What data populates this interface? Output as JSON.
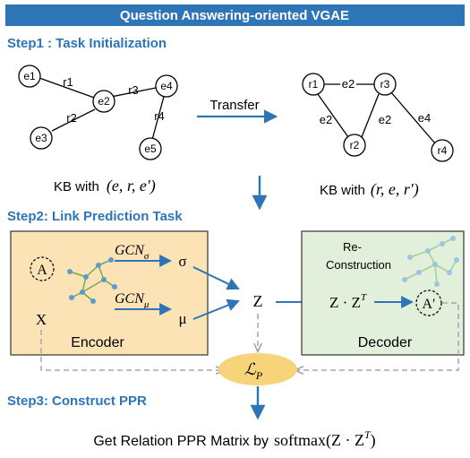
{
  "title": "Question Answering-oriented VGAE",
  "colors": {
    "banner": "#2E75B6",
    "step": "#2E75B6",
    "arrow": "#2E75B6",
    "encoder_fill": "#FBE3B5",
    "decoder_fill": "#E2EFDA",
    "loss_fill": "#F7D479",
    "dashed": "#A6A6A6",
    "mini_node": "#5B9BD5",
    "mini_edge": "#70AD47"
  },
  "step1": {
    "label": "Step1 : Task Initialization",
    "kb_left": {
      "nodes": [
        "e1",
        "e2",
        "e3",
        "e4",
        "e5"
      ],
      "edges": [
        "r1",
        "r3",
        "r2",
        "r4"
      ],
      "caption_prefix": "KB with",
      "caption_formula": "(e, r, e′)"
    },
    "transfer_label": "Transfer",
    "kb_right": {
      "nodes": [
        "r1",
        "r2",
        "r3",
        "r4"
      ],
      "edges": [
        "e2",
        "e2",
        "e2",
        "e4"
      ],
      "caption_prefix": "KB with",
      "caption_formula": "(r, e, r′)"
    }
  },
  "step2": {
    "label": "Step2: Link Prediction Task",
    "encoder": {
      "label": "Encoder",
      "adj": "A",
      "features": "X",
      "gcn_sigma": "GCN",
      "gcn_sigma_sub": "σ",
      "gcn_mu": "GCN",
      "gcn_mu_sub": "μ",
      "sigma": "σ",
      "mu": "μ"
    },
    "latent": "Z",
    "decoder": {
      "label": "Decoder",
      "reconstruction_line1": "Re-",
      "reconstruction_line2": "Construction",
      "product": "Z · Z",
      "product_sup": "T",
      "adj_hat": "A′"
    },
    "loss": "ℒ",
    "loss_sub": "P"
  },
  "step3": {
    "label": "Step3: Construct PPR",
    "caption_prefix": "Get Relation PPR Matrix by",
    "caption_formula": "softmax(Z · Z",
    "caption_sup": "T",
    "caption_close": ")"
  }
}
